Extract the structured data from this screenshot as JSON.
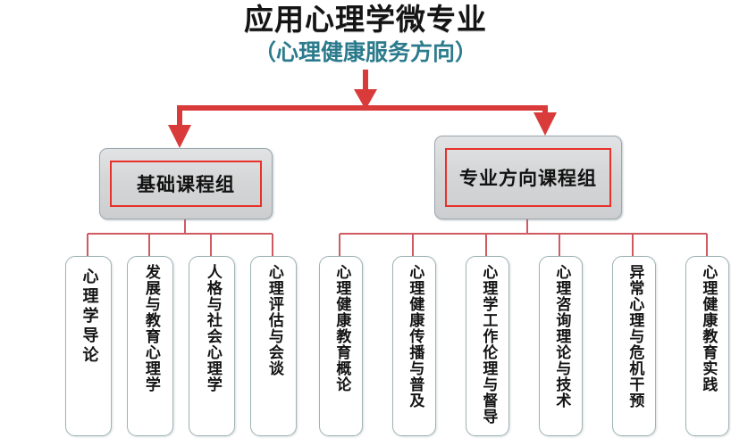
{
  "title": {
    "main": "应用心理学微专业",
    "sub": "（心理健康服务方向）"
  },
  "colors": {
    "arrow_red": "#d93b3b",
    "connector_red": "#cf5a62",
    "group_border_red": "#e8312a",
    "group_fill_gray": "#d5d6d7",
    "course_border": "#9fb3b5",
    "subtitle_teal": "#2b7b8c",
    "title_black": "#141414"
  },
  "groups": [
    {
      "id": "basic",
      "label": "基础课程组"
    },
    {
      "id": "major",
      "label": "专业方向课程组"
    }
  ],
  "basic_courses": [
    {
      "label": "心理学导论"
    },
    {
      "label": "发展与教育心理学"
    },
    {
      "label": "人格与社会心理学"
    },
    {
      "label": "心理评估与会谈"
    }
  ],
  "major_courses": [
    {
      "label": "心理健康教育概论"
    },
    {
      "label": "心理健康传播与普及"
    },
    {
      "label": "心理学工作伦理与督导"
    },
    {
      "label": "心理咨询理论与技术"
    },
    {
      "label": "异常心理与危机干预"
    },
    {
      "label": "心理健康教育实践"
    }
  ]
}
